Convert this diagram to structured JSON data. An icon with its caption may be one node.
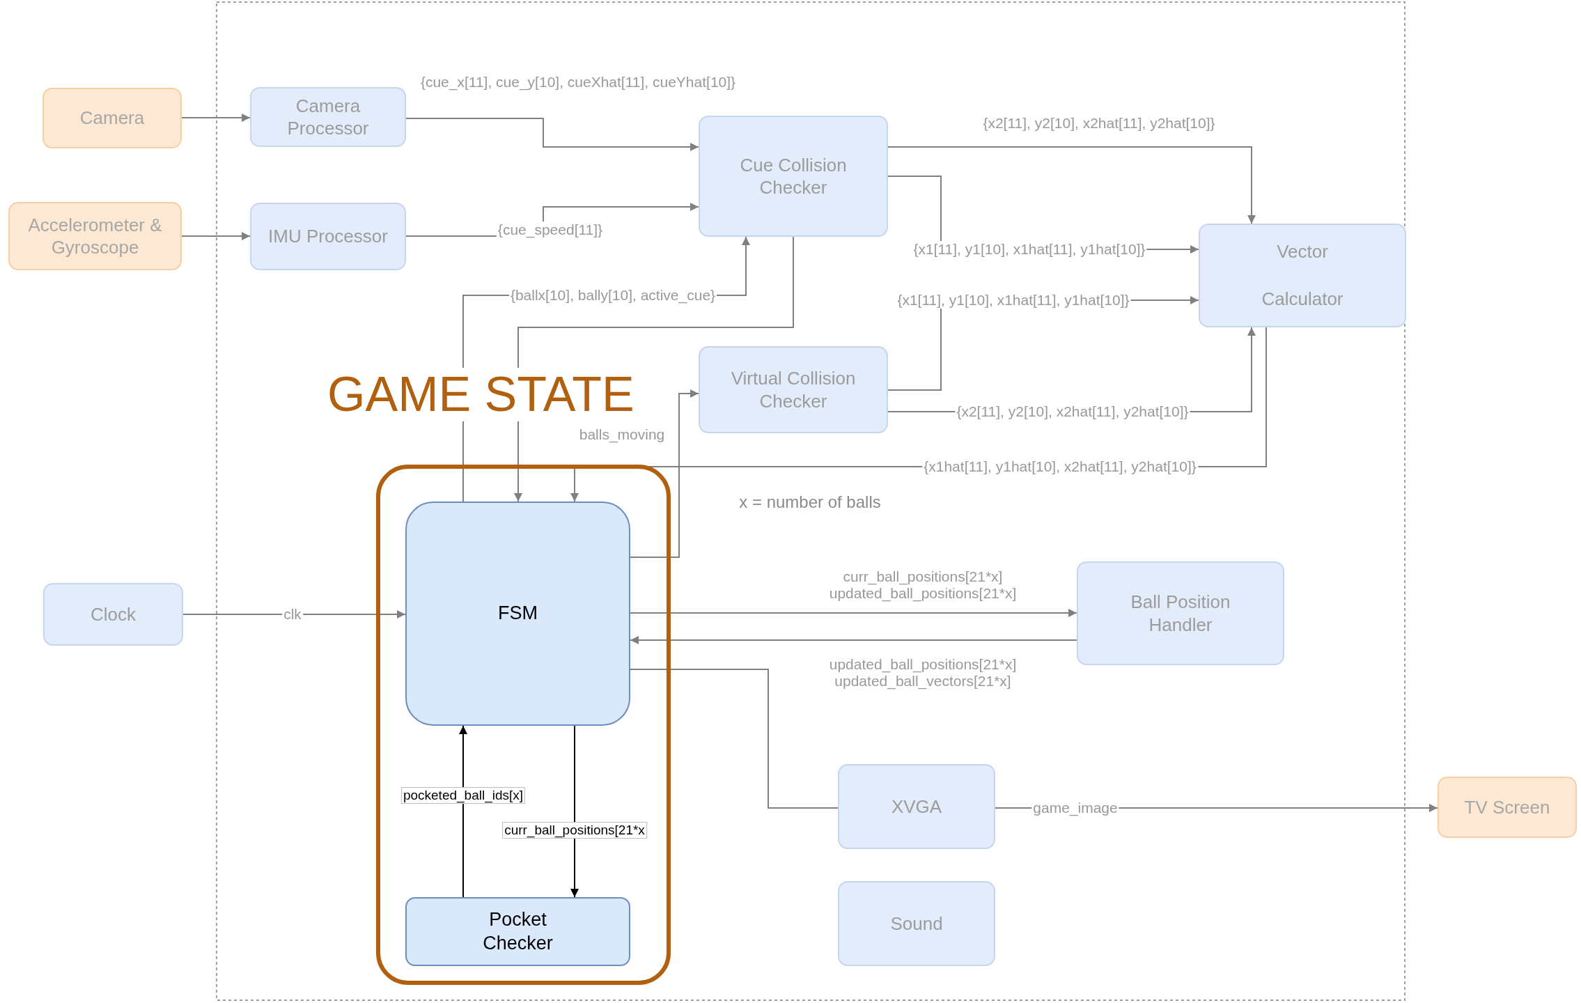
{
  "diagram": {
    "nodes": [
      {
        "text": [
          "Camera"
        ]
      },
      {
        "text": [
          "Accelerometer & Gyroscope"
        ]
      },
      {
        "text": [
          "Camera Processor"
        ]
      },
      {
        "text": [
          "IMU Processor"
        ]
      },
      {
        "text": [
          "Cue Collision Checker"
        ]
      },
      {
        "text": [
          "Vector Calculator"
        ]
      },
      {
        "text": [
          "Virtual Collision Checker"
        ]
      },
      {
        "text": [
          "GAME STATE"
        ]
      },
      {
        "text": [
          "FSM"
        ],
        "in": 7
      },
      {
        "text": [
          "Pocket Checker"
        ],
        "in": 7
      },
      {
        "text": [
          "Clock"
        ]
      },
      {
        "text": [
          "Ball Position Handler"
        ]
      },
      {
        "text": [
          "XVGA"
        ]
      },
      {
        "text": [
          "Sound"
        ]
      },
      {
        "text": [
          "TV Screen"
        ]
      }
    ],
    "edges": [
      {
        "from": 0,
        "to": 2,
        "arrow": "to"
      },
      {
        "from": 1,
        "to": 3,
        "arrow": "to"
      },
      {
        "from": 2,
        "to": 4,
        "arrow": "to",
        "label": "{cue_x[11], cue_y[10], cueXhat[11], cueYhat[10]}"
      },
      {
        "from": 3,
        "to": 4,
        "arrow": "to",
        "label": "{cue_speed[11]}"
      },
      {
        "from": 8,
        "to": 4,
        "arrow": "to",
        "label": "{ballx[10], bally[10], active_cue}"
      },
      {
        "from": 4,
        "to": 8,
        "arrow": "to"
      },
      {
        "from": 4,
        "to": 5,
        "arrow": "to",
        "label": "{x2[11], y2[10], x2hat[11], y2hat[10]}"
      },
      {
        "from": 4,
        "to": 5,
        "arrow": "to",
        "label": "{x1[11], y1[10], x1hat[11], y1hat[10]}"
      },
      {
        "from": 6,
        "to": 5,
        "arrow": "to",
        "label": "{x1[11], y1[10], x1hat[11], y1hat[10]}"
      },
      {
        "from": 6,
        "to": 5,
        "arrow": "to",
        "label": "{x2[11], y2[10], x2hat[11], y2hat[10]}"
      },
      {
        "from": 5,
        "to": 8,
        "arrow": "to",
        "label": "{x1hat[11], y1hat[10], x2hat[11], y2hat[10]}"
      },
      {
        "from": 8,
        "to": 6,
        "arrow": "to",
        "label": "balls_moving"
      },
      {
        "from": 10,
        "to": 8,
        "arrow": "to",
        "label": "clk"
      },
      {
        "from": 8,
        "to": 11,
        "arrow": "to",
        "label": "curr_ball_positions[21*x] updated_ball_positions[21*x]"
      },
      {
        "from": 11,
        "to": 8,
        "arrow": "to",
        "label": "updated_ball_positions[21*x] updated_ball_vectors[21*x]"
      },
      {
        "from": 8,
        "to": 12,
        "arrow": "none"
      },
      {
        "from": 12,
        "to": 14,
        "arrow": "to",
        "label": "game_image"
      },
      {
        "from": 8,
        "to": 9,
        "arrow": "to",
        "label": "curr_ball_positions[21*x",
        "color": "#000000"
      },
      {
        "from": 9,
        "to": 8,
        "arrow": "to",
        "label": "pocketed_ball_ids[x]",
        "color": "#000000"
      }
    ],
    "labels": [
      "x = number of balls"
    ]
  }
}
